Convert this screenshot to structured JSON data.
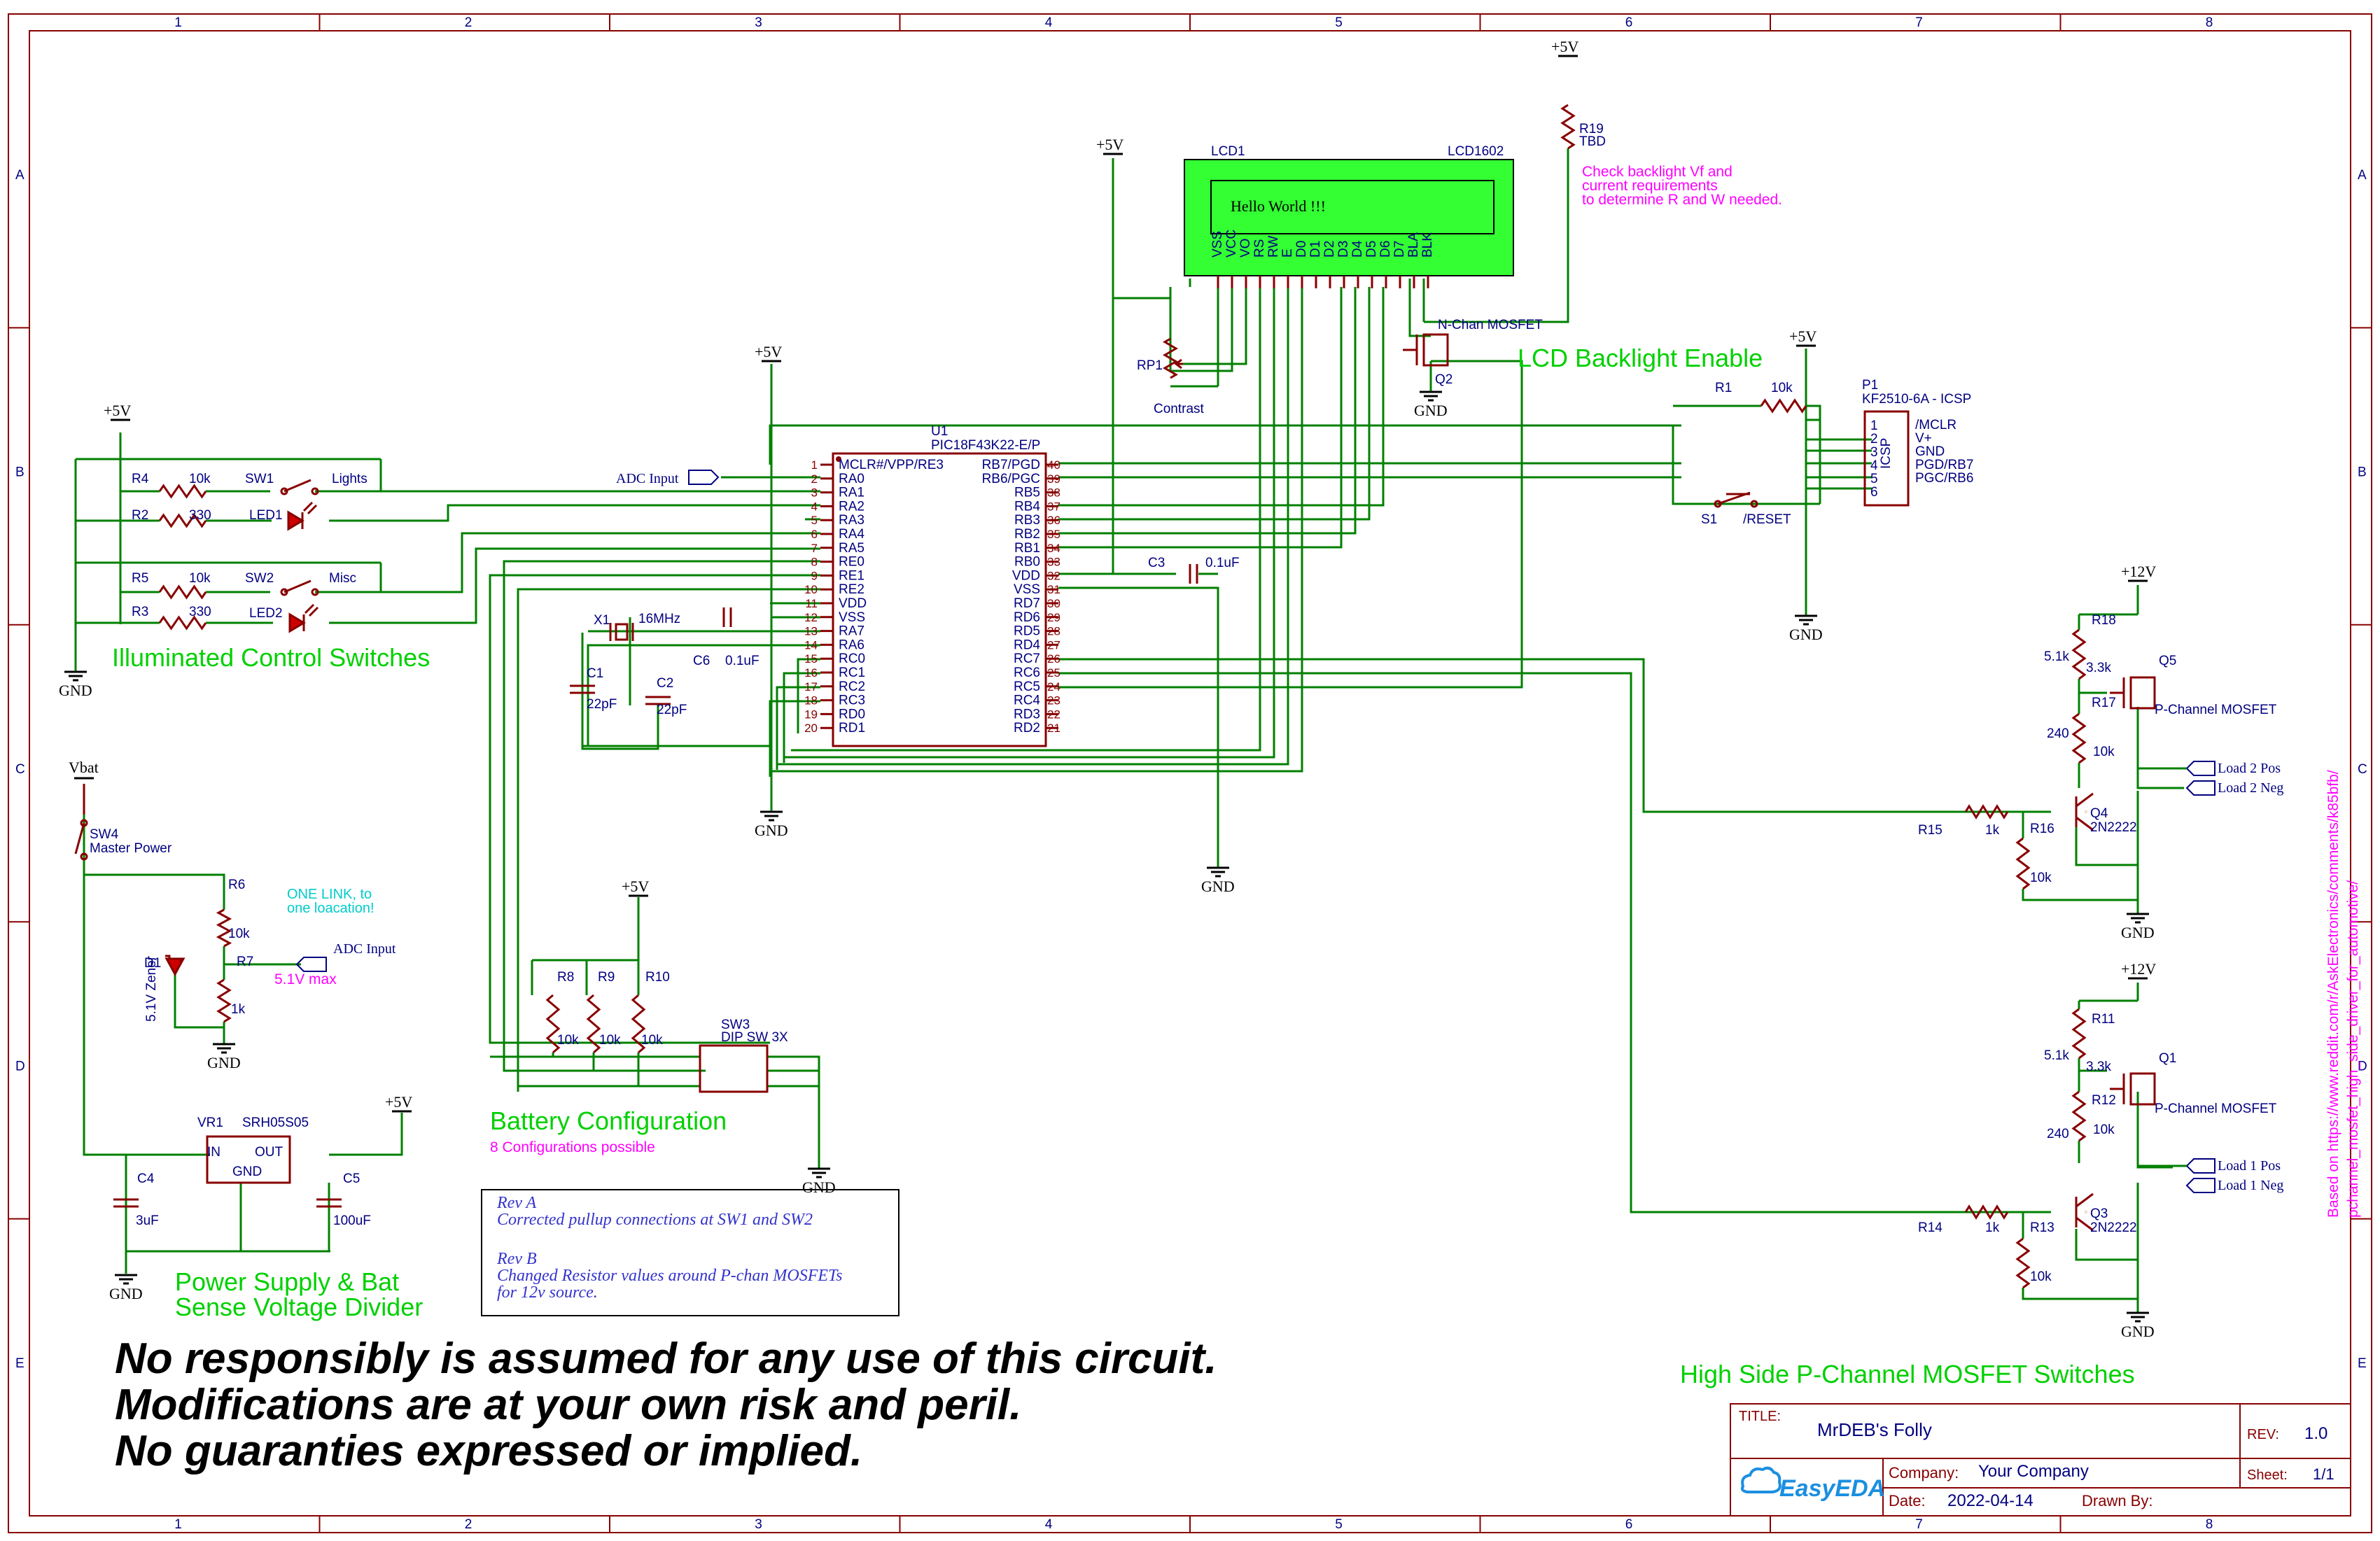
{
  "border": {
    "cols": [
      "1",
      "2",
      "3",
      "4",
      "5",
      "6",
      "7",
      "8"
    ],
    "rows": [
      "A",
      "B",
      "C",
      "D",
      "E"
    ]
  },
  "sections": {
    "switches": "Illuminated Control Switches",
    "battery": "Battery Configuration",
    "battery_note": "8 Configurations possible",
    "power": "Power Supply & Bat",
    "power2": "Sense Voltage Divider",
    "lcd_backlight": "LCD Backlight Enable",
    "high_side": "High Side P-Channel MOSFET Switches"
  },
  "power_labels": {
    "p5v": "+5V",
    "p12v": "+12V",
    "gnd": "GND",
    "vbat": "Vbat"
  },
  "nets": {
    "adc_input": "ADC Input"
  },
  "mcu": {
    "ref": "U1",
    "part": "PIC18F43K22-E/P",
    "left_pins": [
      {
        "num": "1",
        "name": "MCLR#/VPP/RE3",
        "red": true
      },
      {
        "num": "2",
        "name": "RA0"
      },
      {
        "num": "3",
        "name": "RA1"
      },
      {
        "num": "4",
        "name": "RA2"
      },
      {
        "num": "5",
        "name": "RA3"
      },
      {
        "num": "6",
        "name": "RA4"
      },
      {
        "num": "7",
        "name": "RA5"
      },
      {
        "num": "8",
        "name": "RE0"
      },
      {
        "num": "9",
        "name": "RE1"
      },
      {
        "num": "10",
        "name": "RE2"
      },
      {
        "num": "11",
        "name": "VDD",
        "red": true
      },
      {
        "num": "12",
        "name": "VSS"
      },
      {
        "num": "13",
        "name": "RA7"
      },
      {
        "num": "14",
        "name": "RA6"
      },
      {
        "num": "15",
        "name": "RC0"
      },
      {
        "num": "16",
        "name": "RC1"
      },
      {
        "num": "17",
        "name": "RC2"
      },
      {
        "num": "18",
        "name": "RC3"
      },
      {
        "num": "19",
        "name": "RD0"
      },
      {
        "num": "20",
        "name": "RD1"
      }
    ],
    "right_pins": [
      {
        "num": "40",
        "name": "RB7/PGD"
      },
      {
        "num": "39",
        "name": "RB6/PGC"
      },
      {
        "num": "38",
        "name": "RB5"
      },
      {
        "num": "37",
        "name": "RB4"
      },
      {
        "num": "36",
        "name": "RB3"
      },
      {
        "num": "35",
        "name": "RB2"
      },
      {
        "num": "34",
        "name": "RB1"
      },
      {
        "num": "33",
        "name": "RB0"
      },
      {
        "num": "32",
        "name": "VDD",
        "red": true
      },
      {
        "num": "31",
        "name": "VSS"
      },
      {
        "num": "30",
        "name": "RD7"
      },
      {
        "num": "29",
        "name": "RD6"
      },
      {
        "num": "28",
        "name": "RD5"
      },
      {
        "num": "27",
        "name": "RD4"
      },
      {
        "num": "26",
        "name": "RC7"
      },
      {
        "num": "25",
        "name": "RC6"
      },
      {
        "num": "24",
        "name": "RC5"
      },
      {
        "num": "23",
        "name": "RC4"
      },
      {
        "num": "22",
        "name": "RD3"
      },
      {
        "num": "21",
        "name": "RD2"
      }
    ]
  },
  "lcd": {
    "ref": "LCD1",
    "part": "LCD1602",
    "text": "Hello World !!!",
    "pins": [
      "VSS",
      "VCC",
      "VO",
      "RS",
      "RW",
      "E",
      "D0",
      "D1",
      "D2",
      "D3",
      "D4",
      "D5",
      "D6",
      "D7",
      "BLA",
      "BLK"
    ]
  },
  "icsp": {
    "ref": "P1",
    "part": "KF2510-6A - ICSP",
    "side": "ICSP",
    "pins": [
      "/MCLR",
      "V+",
      "GND",
      "PGD/RB7",
      "PGC/RB6",
      ""
    ]
  },
  "parts": {
    "r4": "R4",
    "r4v": "10k",
    "r2": "R2",
    "r2v": "330",
    "r5": "R5",
    "r5v": "10k",
    "r3": "R3",
    "r3v": "330",
    "sw1": "SW1",
    "sw1n": "Lights",
    "sw2": "SW2",
    "sw2n": "Misc",
    "led1": "LED1",
    "led2": "LED2",
    "x1": "X1",
    "x1v": "16MHz",
    "c1": "C1",
    "c1v": "22pF",
    "c2": "C2",
    "c2v": "22pF",
    "c6": "C6",
    "c6v": "0.1uF",
    "c3": "C3",
    "c3v": "0.1uF",
    "rp1": "RP1",
    "rp1n": "Contrast",
    "r19": "R19",
    "r19v": "TBD",
    "r19note1": "Check backlight Vf and",
    "r19note2": "current requirements",
    "r19note3": "to determine R and W needed.",
    "q2": "Q2",
    "q2t": "N-Chan MOSFET",
    "r1": "R1",
    "r1v": "10k",
    "s1": "S1",
    "s1n": "/RESET",
    "sw4": "SW4",
    "sw4n": "Master Power",
    "r6": "R6",
    "r6v": "10k",
    "r7": "R7",
    "r7v": "1k",
    "d1": "D1",
    "d1v": "5.1V Zener",
    "link1": "ONE LINK, to",
    "link2": "one loacation!",
    "max": "5.1V max",
    "r8": "R8",
    "r9": "R9",
    "r10": "R10",
    "r8v": "10k",
    "r9v": "10k",
    "r10v": "10k",
    "sw3": "SW3",
    "sw3n": "DIP SW 3X",
    "vr1": "VR1",
    "vr1n": "SRH05S05",
    "vin": "IN",
    "vout": "OUT",
    "vgnd": "GND",
    "c4": "C4",
    "c4v": "3uF",
    "c5": "C5",
    "c5v": "100uF",
    "r18": "R18",
    "r18v": "5.1k",
    "r17": "R17",
    "r17v": "240",
    "q5": "Q5",
    "q5t": "P-Channel MOSFET",
    "k33a": "3.3k",
    "r15": "R15",
    "r15v": "1k",
    "r16": "R16",
    "r16v": "10k",
    "q4": "Q4",
    "q4t": "2N2222",
    "load2p": "Load 2 Pos",
    "load2n": "Load 2 Neg",
    "r11": "R11",
    "r11v": "5.1k",
    "r12": "R12",
    "r12v": "240",
    "q1": "Q1",
    "q1t": "P-Channel MOSFET",
    "k33b": "3.3k",
    "r14": "R14",
    "r14v": "1k",
    "r13": "R13",
    "r13v": "10k",
    "q3": "Q3",
    "q3t": "2N2222",
    "load1p": "Load 1 Pos",
    "load1n": "Load 1 Neg",
    "k10a": "10k",
    "k10b": "10k"
  },
  "revision": {
    "line1": "Rev A",
    "line2": "Corrected pullup connections at SW1 and SW2",
    "line3": "Rev B",
    "line4": "Changed Resistor values around P-chan MOSFETs",
    "line5": "for 12v source."
  },
  "url1": "Based on https://www.reddit.com/r/AskElectronics/comments/k85bfb/",
  "url2": "pchannel_mosfet_high_side_driver_for_automotive/",
  "disclaimer": [
    "No responsibly is assumed for any use of this circuit.",
    "Modifications are at your own risk and peril.",
    "No guaranties expressed or implied."
  ],
  "title_block": {
    "title_label": "TITLE:",
    "title": "MrDEB's Folly",
    "rev_label": "REV:",
    "rev": "1.0",
    "company_label": "Company:",
    "company": "Your Company",
    "sheet_label": "Sheet:",
    "sheet": "1/1",
    "date_label": "Date:",
    "date": "2022-04-14",
    "drawn_label": "Drawn By:",
    "drawn": "",
    "logo": "EasyEDA"
  },
  "colors": {
    "wire": "#008000",
    "part": "#880000",
    "label": "#000080",
    "section": "#00d000",
    "note": "#ff00ff",
    "lcd_screen": "#33ff33"
  }
}
